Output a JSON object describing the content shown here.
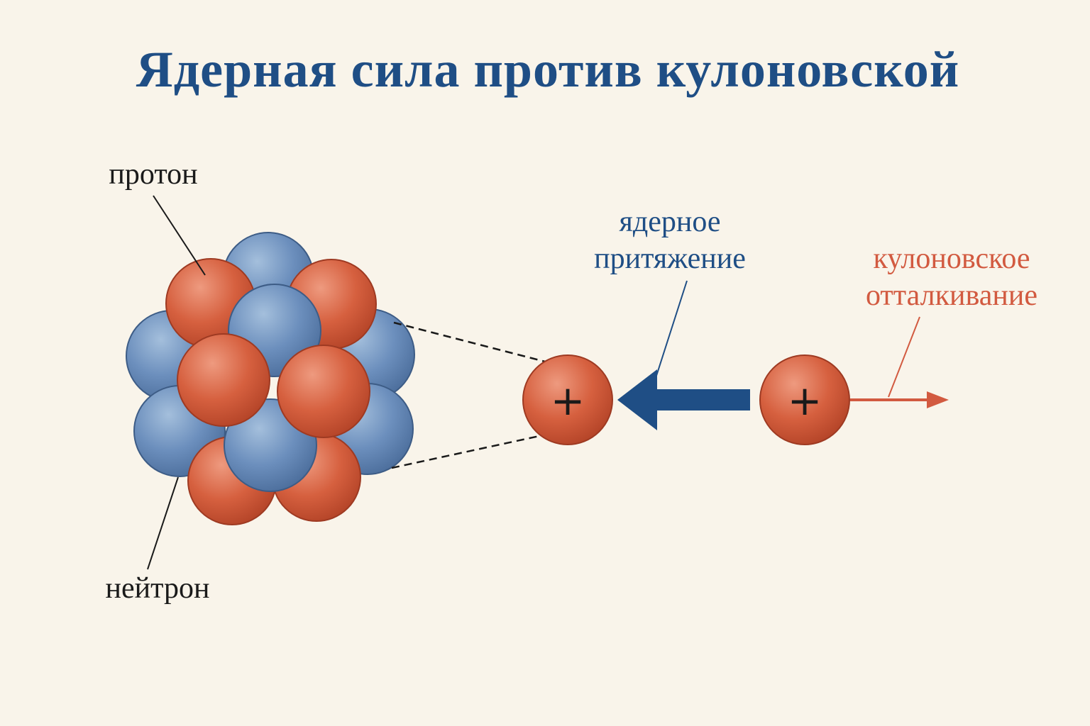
{
  "title": "Ядерная сила против кулоновской",
  "labels": {
    "proton": "протон",
    "neutron": "нейтрон",
    "nuclear_line1": "ядерное",
    "nuclear_line2": "притяжение",
    "coulomb_line1": "кулоновское",
    "coulomb_line2": "отталкивание"
  },
  "charge_symbol": "+",
  "colors": {
    "background": "#f9f4ea",
    "title": "#1f4e85",
    "proton": "#d25a40",
    "neutron": "#6388b4",
    "nuclear_force": "#1f4e85",
    "coulomb_force": "#d25a40",
    "text": "#1a1a1a"
  }
}
